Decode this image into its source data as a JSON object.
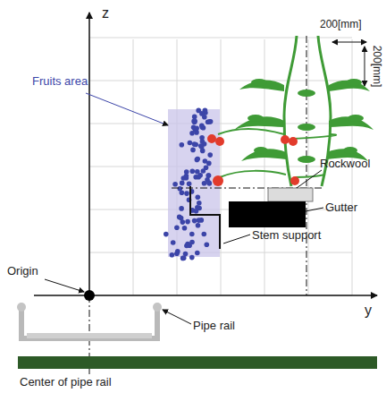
{
  "diagram": {
    "labels": [
      "z",
      "y",
      "200[mm]",
      "200[mm]",
      "Fruits area",
      "Origin",
      "Pipe rail",
      "Rockwool",
      "Gutter",
      "Stem support",
      "Center of pipe rail"
    ]
  }
}
